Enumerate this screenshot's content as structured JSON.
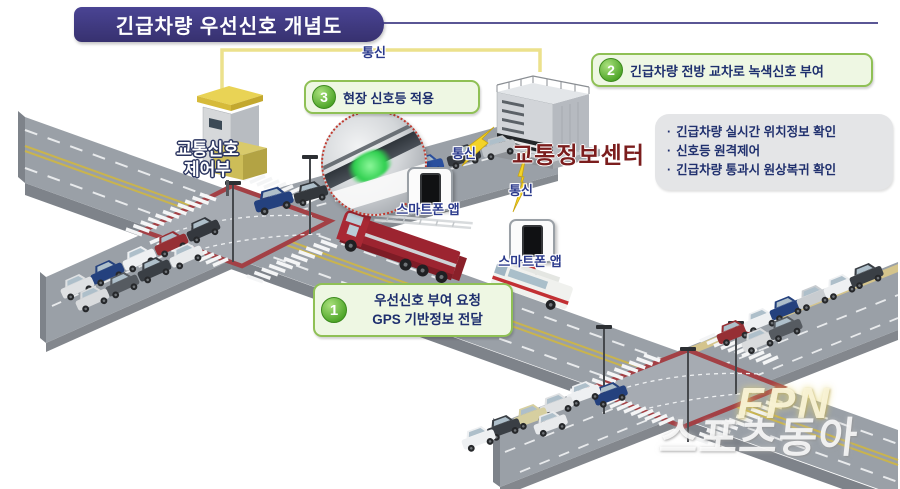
{
  "title": {
    "text": "긴급차량 우선신호 개념도"
  },
  "comm": {
    "top": "통신",
    "left": "통신",
    "right": "통신"
  },
  "controller": {
    "line1": "교통신호",
    "line2": "제어부"
  },
  "center": {
    "label": "교통정보센터"
  },
  "callouts": {
    "c1": {
      "num": "1",
      "line1": "우선신호 부여 요청",
      "line2": "GPS 기반정보 전달"
    },
    "c2": {
      "num": "2",
      "text": "긴급차량 전방 교차로 녹색신호 부여"
    },
    "c3": {
      "num": "3",
      "text": "현장 신호등 적용"
    }
  },
  "info_box": {
    "items": [
      "긴급차량 실시간 위치정보 확인",
      "신호등 원격제어",
      "긴급차량 통과시 원상복귀 확인"
    ]
  },
  "smartphone": {
    "label1": "스마트폰 앱",
    "label2": "스마트폰 앱"
  },
  "watermark": {
    "line1": "FPN",
    "line2": "스포츠동아"
  },
  "colors": {
    "banner": "#3d3882",
    "callout_border": "#8fc055",
    "callout_bg": "#eef7e3",
    "number_green": "#4ea528",
    "center_label": "#7b1d1d",
    "comm_line": "#ece18c",
    "road": "#9aa0a7",
    "stop_band": "#a34045"
  }
}
